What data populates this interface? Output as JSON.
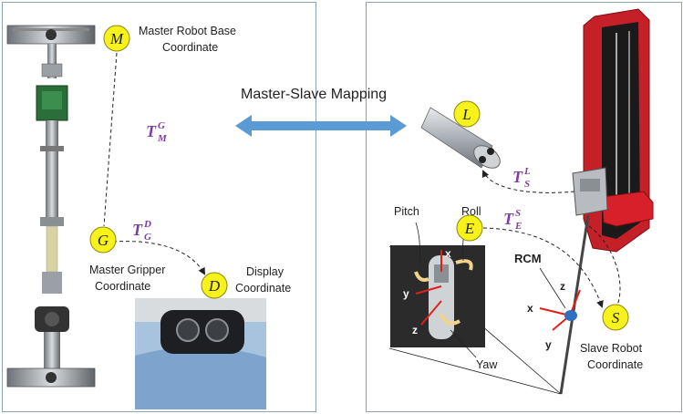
{
  "mapping_label": "Master-Slave Mapping",
  "nodes": {
    "M": {
      "letter": "M",
      "label_lines": [
        "Master Robot Base",
        "Coordinate"
      ]
    },
    "G": {
      "letter": "G",
      "label_lines": [
        "Master Gripper",
        "Coordinate"
      ]
    },
    "D": {
      "letter": "D",
      "label_lines": [
        "Display",
        "Coordinate"
      ]
    },
    "L": {
      "letter": "L"
    },
    "E": {
      "letter": "E"
    },
    "S": {
      "letter": "S",
      "label_lines": [
        "Slave Robot",
        "Coordinate"
      ]
    }
  },
  "transforms": [
    {
      "id": "TMG",
      "base": "T",
      "sup": "G",
      "sub": "M"
    },
    {
      "id": "TGD",
      "base": "T",
      "sup": "D",
      "sub": "G"
    },
    {
      "id": "TSL",
      "base": "T",
      "sup": "L",
      "sub": "S"
    },
    {
      "id": "TES",
      "base": "T",
      "sup": "S",
      "sub": "E"
    }
  ],
  "end_effector_labels": {
    "pitch": "Pitch",
    "roll": "Roll",
    "yaw": "Yaw"
  },
  "rcm_label": "RCM",
  "axis_labels": {
    "x": "x",
    "y": "y",
    "z": "z"
  },
  "colors": {
    "node_fill": "#f7f21b",
    "transform": "#7a3fa0",
    "arrow": "#5b9bd5",
    "robot_red": "#d7202a",
    "axis": "#e0201b"
  }
}
